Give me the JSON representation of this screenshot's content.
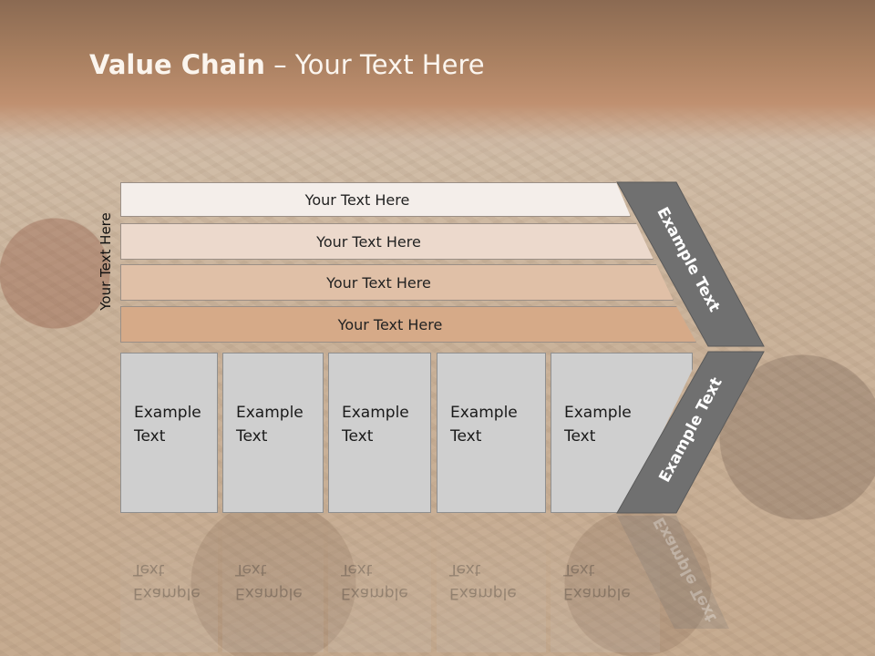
{
  "title": {
    "bold": "Value Chain",
    "rest": " – Your Text Here"
  },
  "side_label": "Your Text Here",
  "bands": [
    "Your Text Here",
    "Your Text Here",
    "Your Text Here",
    "Your Text Here"
  ],
  "columns": [
    {
      "line1": "Example",
      "line2": "Text"
    },
    {
      "line1": "Example",
      "line2": "Text"
    },
    {
      "line1": "Example",
      "line2": "Text"
    },
    {
      "line1": "Example",
      "line2": "Text"
    },
    {
      "line1": "Example",
      "line2": "Text"
    }
  ],
  "arrow": {
    "top_label": "Example Text",
    "bottom_label": "Example Text"
  },
  "colors": {
    "arrow": "#707070",
    "header": "#a87f60"
  }
}
